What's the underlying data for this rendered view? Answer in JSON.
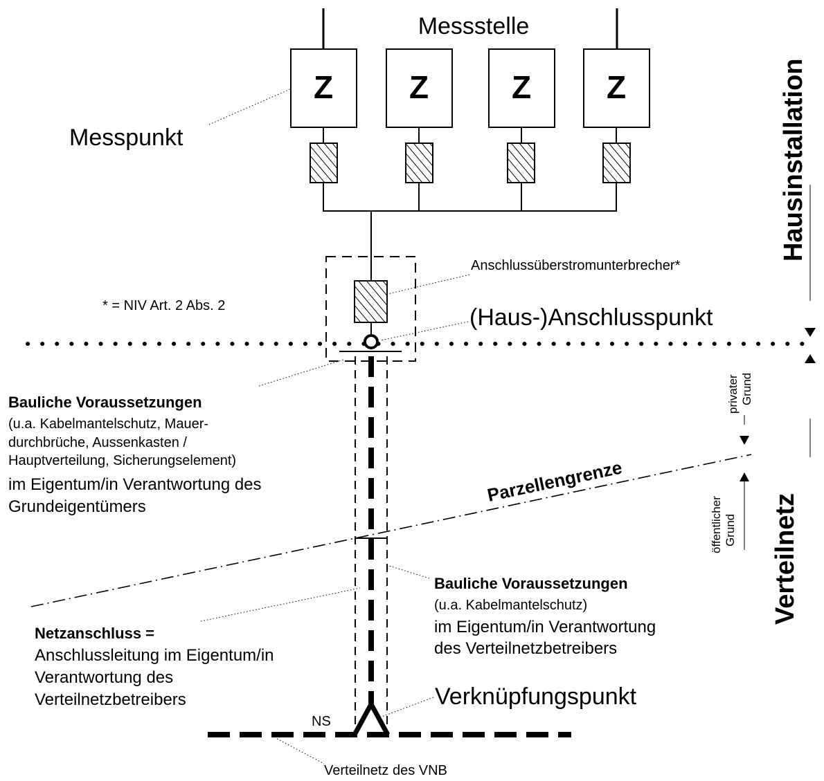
{
  "labels": {
    "messstelle": "Messstelle",
    "messpunkt": "Messpunkt",
    "meter_symbol": "Z",
    "anschlussueberstrom": "Anschlussüberstromunterbrecher*",
    "niv_note": "* = NIV Art. 2 Abs. 2",
    "hausanschlusspunkt": "(Haus-)Anschlusspunkt",
    "hausinstallation": "Hausinstallation",
    "verteilnetz": "Verteilnetz",
    "privater_grund_1": "privater",
    "privater_grund_2": "Grund",
    "oeffentlicher_grund_1": "öffentlicher",
    "oeffentlicher_grund_2": "Grund",
    "parzellengrenze": "Parzellengrenze",
    "ns": "NS",
    "verknuepfungspunkt": "Verknüpfungspunkt",
    "verteilnetz_vnb": "Verteilnetz des VNB"
  },
  "bauliche_left": {
    "title": "Bauliche Voraussetzungen",
    "lines": [
      "(u.a. Kabelmantelschutz, Mauer-",
      "durchbrüche, Aussenkasten /",
      "Hauptverteilung, Sicherungselement)"
    ],
    "owner_lines": [
      "im Eigentum/in Verantwortung des",
      "Grundeigentümers"
    ]
  },
  "bauliche_right": {
    "title": "Bauliche Voraussetzungen",
    "lines": [
      "(u.a. Kabelmantelschutz)"
    ],
    "owner_lines": [
      "im Eigentum/in Verantwortung",
      "des Verteilnetzbetreibers"
    ]
  },
  "netzanschluss": {
    "title": "Netzanschluss =",
    "lines": [
      "Anschlussleitung im Eigentum/in",
      "Verantwortung des",
      "Verteilnetzbetreibers"
    ]
  }
}
